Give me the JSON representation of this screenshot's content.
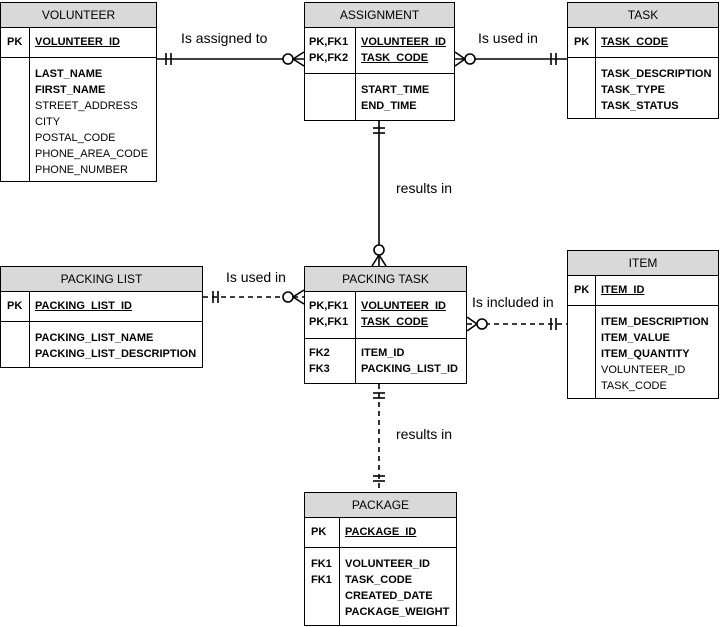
{
  "entities": {
    "volunteer": {
      "title": "VOLUNTEER",
      "pk_key": "PK",
      "pk_field": "VOLUNTEER_ID",
      "fields": [
        "LAST_NAME",
        "FIRST_NAME",
        "STREET_ADDRESS",
        "CITY",
        "POSTAL_CODE",
        "PHONE_AREA_CODE",
        "PHONE_NUMBER"
      ]
    },
    "assignment": {
      "title": "ASSIGNMENT",
      "pk_keys": [
        "PK,FK1",
        "PK,FK2"
      ],
      "pk_fields": [
        "VOLUNTEER_ID",
        "TASK_CODE"
      ],
      "fields": [
        "START_TIME",
        "END_TIME"
      ]
    },
    "task": {
      "title": "TASK",
      "pk_key": "PK",
      "pk_field": "TASK_CODE",
      "fields": [
        "TASK_DESCRIPTION",
        "TASK_TYPE",
        "TASK_STATUS"
      ]
    },
    "packing_list": {
      "title": "PACKING LIST",
      "pk_key": "PK",
      "pk_field": "PACKING_LIST_ID",
      "fields": [
        "PACKING_LIST_NAME",
        "PACKING_LIST_DESCRIPTION"
      ]
    },
    "packing_task": {
      "title": "PACKING TASK",
      "pk_keys": [
        "PK,FK1",
        "PK,FK1"
      ],
      "pk_fields": [
        "VOLUNTEER_ID",
        "TASK_CODE"
      ],
      "fk_keys": [
        "FK2",
        "FK3"
      ],
      "fk_fields": [
        "ITEM_ID",
        "PACKING_LIST_ID"
      ]
    },
    "item": {
      "title": "ITEM",
      "pk_key": "PK",
      "pk_field": "ITEM_ID",
      "fields": [
        "ITEM_DESCRIPTION",
        "ITEM_VALUE",
        "ITEM_QUANTITY",
        "VOLUNTEER_ID",
        "TASK_CODE"
      ]
    },
    "package": {
      "title": "PACKAGE",
      "pk_key": "PK",
      "pk_field": "PACKAGE_ID",
      "fk_keys": [
        "FK1",
        "FK1"
      ],
      "fields": [
        "VOLUNTEER_ID",
        "TASK_CODE",
        "CREATED_DATE",
        "PACKAGE_WEIGHT"
      ]
    }
  },
  "relationships": {
    "volunteer_assignment": "Is assigned to",
    "task_assignment": "Is used in",
    "assignment_packing_task": "results in",
    "packing_list_packing_task": "Is used in",
    "item_packing_task": "Is included in",
    "packing_task_package": "results in"
  }
}
